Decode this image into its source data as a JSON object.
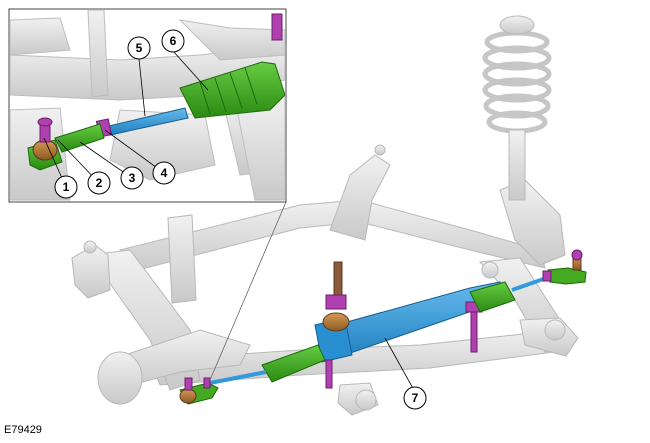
{
  "figure_id": "E79429",
  "callouts": [
    {
      "label": "1"
    },
    {
      "label": "2"
    },
    {
      "label": "3"
    },
    {
      "label": "4"
    },
    {
      "label": "5"
    },
    {
      "label": "6"
    },
    {
      "label": "7"
    }
  ],
  "colors": {
    "tie_rod": "#3399dd",
    "boot": "#44aa22",
    "fastener": "#b040b0",
    "tie_rod_end": "#aa7733",
    "subframe": "#dcdcdc"
  }
}
